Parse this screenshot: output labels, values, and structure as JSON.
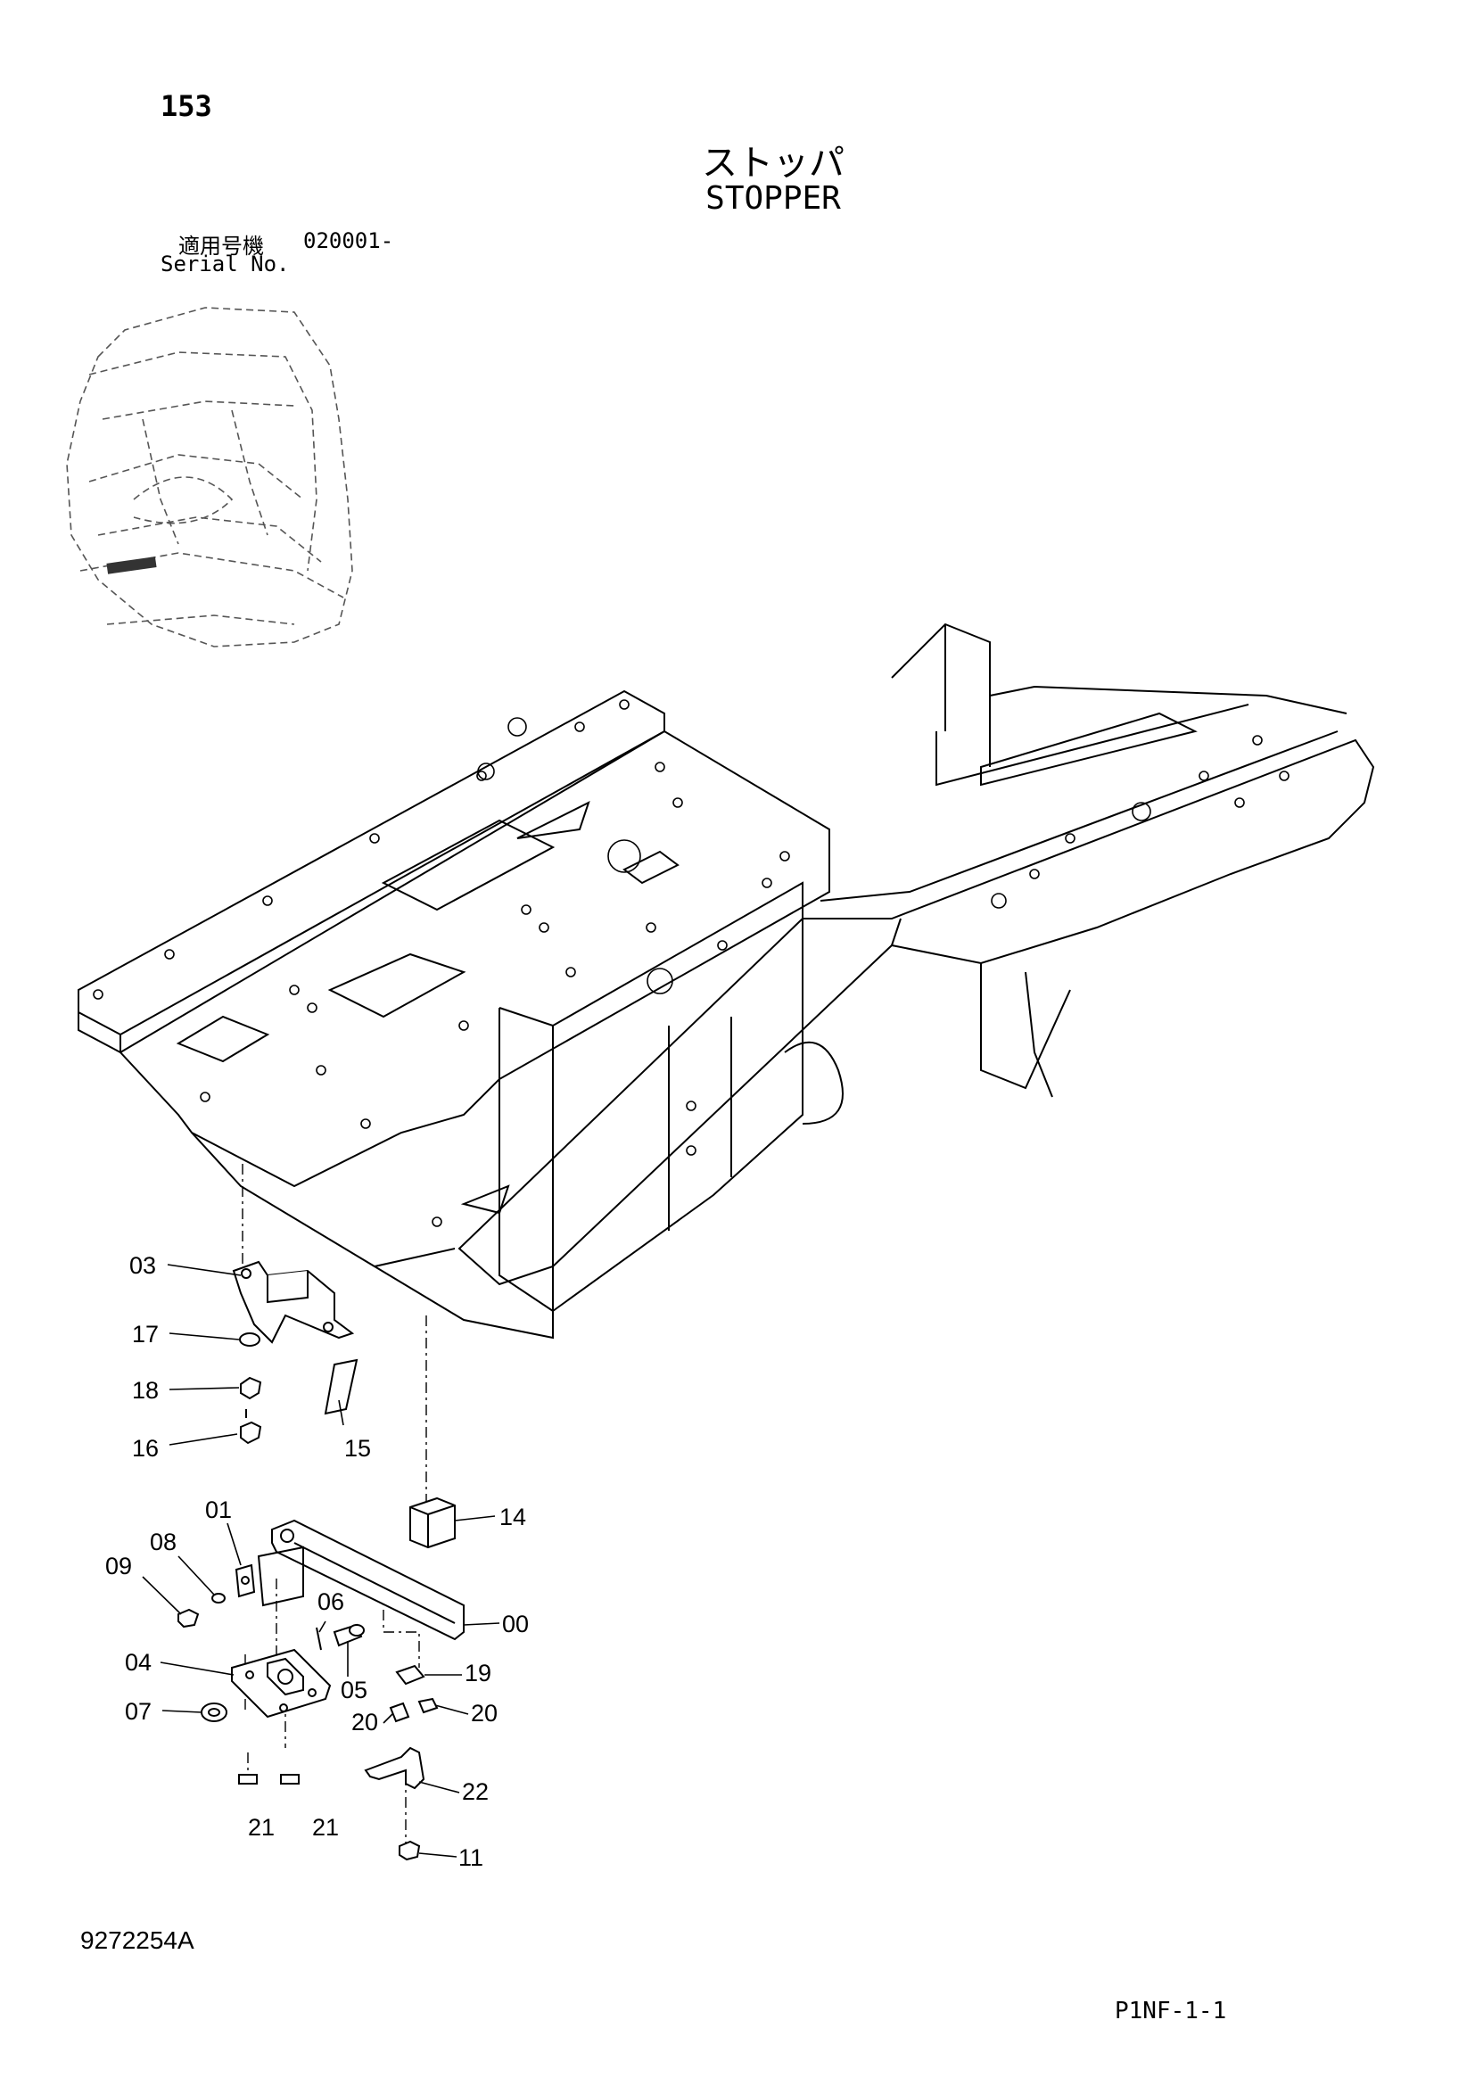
{
  "header": {
    "page_number": "153",
    "title_jp": "ストッパ",
    "title_en": "STOPPER",
    "serial_label_jp": "適用号機",
    "serial_value": "020001-",
    "serial_label_en": "Serial No."
  },
  "callouts": {
    "p00": "00",
    "p01": "01",
    "p03": "03",
    "p04": "04",
    "p05": "05",
    "p06": "06",
    "p07": "07",
    "p08": "08",
    "p09": "09",
    "p11": "11",
    "p14": "14",
    "p15": "15",
    "p16": "16",
    "p17": "17",
    "p18": "18",
    "p19": "19",
    "p20a": "20",
    "p20b": "20",
    "p21a": "21",
    "p21b": "21",
    "p22": "22"
  },
  "footer": {
    "drawing_number": "9272254A",
    "page_code": "P1NF-1-1"
  }
}
